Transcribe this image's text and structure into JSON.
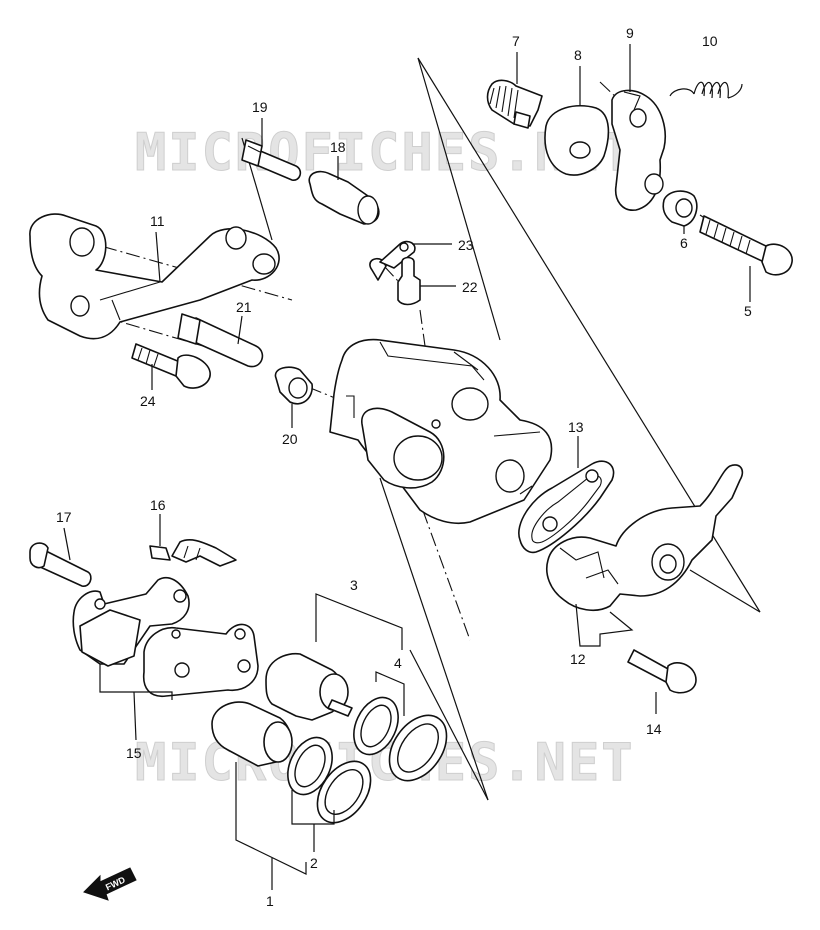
{
  "watermark": {
    "text": "MICROFICHES.NET"
  },
  "fwd_arrow": {
    "text": "FWD"
  },
  "callouts": [
    {
      "id": "7",
      "text": "7"
    },
    {
      "id": "8",
      "text": "8"
    },
    {
      "id": "9",
      "text": "9"
    },
    {
      "id": "10",
      "text": "10"
    },
    {
      "id": "19",
      "text": "19"
    },
    {
      "id": "18",
      "text": "18"
    },
    {
      "id": "11",
      "text": "11"
    },
    {
      "id": "23",
      "text": "23"
    },
    {
      "id": "22",
      "text": "22"
    },
    {
      "id": "6",
      "text": "6"
    },
    {
      "id": "5",
      "text": "5"
    },
    {
      "id": "21",
      "text": "21"
    },
    {
      "id": "24",
      "text": "24"
    },
    {
      "id": "20",
      "text": "20"
    },
    {
      "id": "13",
      "text": "13"
    },
    {
      "id": "17",
      "text": "17"
    },
    {
      "id": "16",
      "text": "16"
    },
    {
      "id": "3",
      "text": "3"
    },
    {
      "id": "4",
      "text": "4"
    },
    {
      "id": "12",
      "text": "12"
    },
    {
      "id": "14",
      "text": "14"
    },
    {
      "id": "15",
      "text": "15"
    },
    {
      "id": "2",
      "text": "2"
    },
    {
      "id": "1",
      "text": "1"
    }
  ]
}
